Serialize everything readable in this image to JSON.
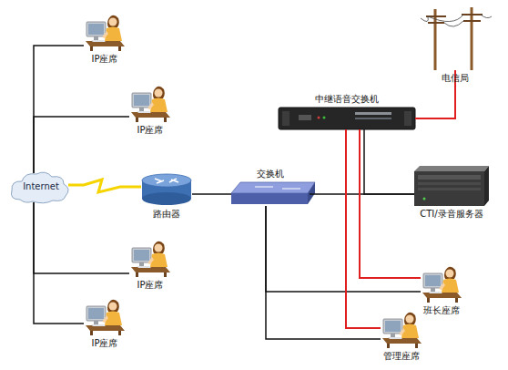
{
  "diagram": {
    "nodes": [
      {
        "text": [
          "IP座席"
        ]
      },
      {
        "text": [
          "IP座席"
        ]
      },
      {
        "text": [
          "IP座席"
        ]
      },
      {
        "text": [
          "IP座席"
        ]
      },
      {
        "text": [
          "Internet"
        ]
      },
      {
        "text": [
          "路由器"
        ]
      },
      {
        "text": [
          "交换机"
        ]
      },
      {
        "text": [
          "中继语音交换机"
        ]
      },
      {
        "text": [
          "电信局"
        ]
      },
      {
        "text": [
          "CTI/录音服务器"
        ]
      },
      {
        "text": [
          "班长座席"
        ]
      },
      {
        "text": [
          "管理座席"
        ]
      }
    ],
    "edges": [
      {
        "from": 4,
        "to": 0,
        "arrow": "none"
      },
      {
        "from": 4,
        "to": 1,
        "arrow": "none"
      },
      {
        "from": 4,
        "to": 2,
        "arrow": "none"
      },
      {
        "from": 4,
        "to": 3,
        "arrow": "none"
      },
      {
        "from": 4,
        "to": 5,
        "arrow": "none"
      },
      {
        "from": 5,
        "to": 6,
        "arrow": "none"
      },
      {
        "from": 6,
        "to": 9,
        "arrow": "none"
      },
      {
        "from": 7,
        "to": 9,
        "arrow": "none"
      },
      {
        "from": 6,
        "to": 10,
        "arrow": "none"
      },
      {
        "from": 6,
        "to": 11,
        "arrow": "none"
      },
      {
        "from": 7,
        "to": 10,
        "arrow": "none"
      },
      {
        "from": 7,
        "to": 11,
        "arrow": "none"
      },
      {
        "from": 7,
        "to": 8,
        "arrow": "none"
      }
    ]
  }
}
